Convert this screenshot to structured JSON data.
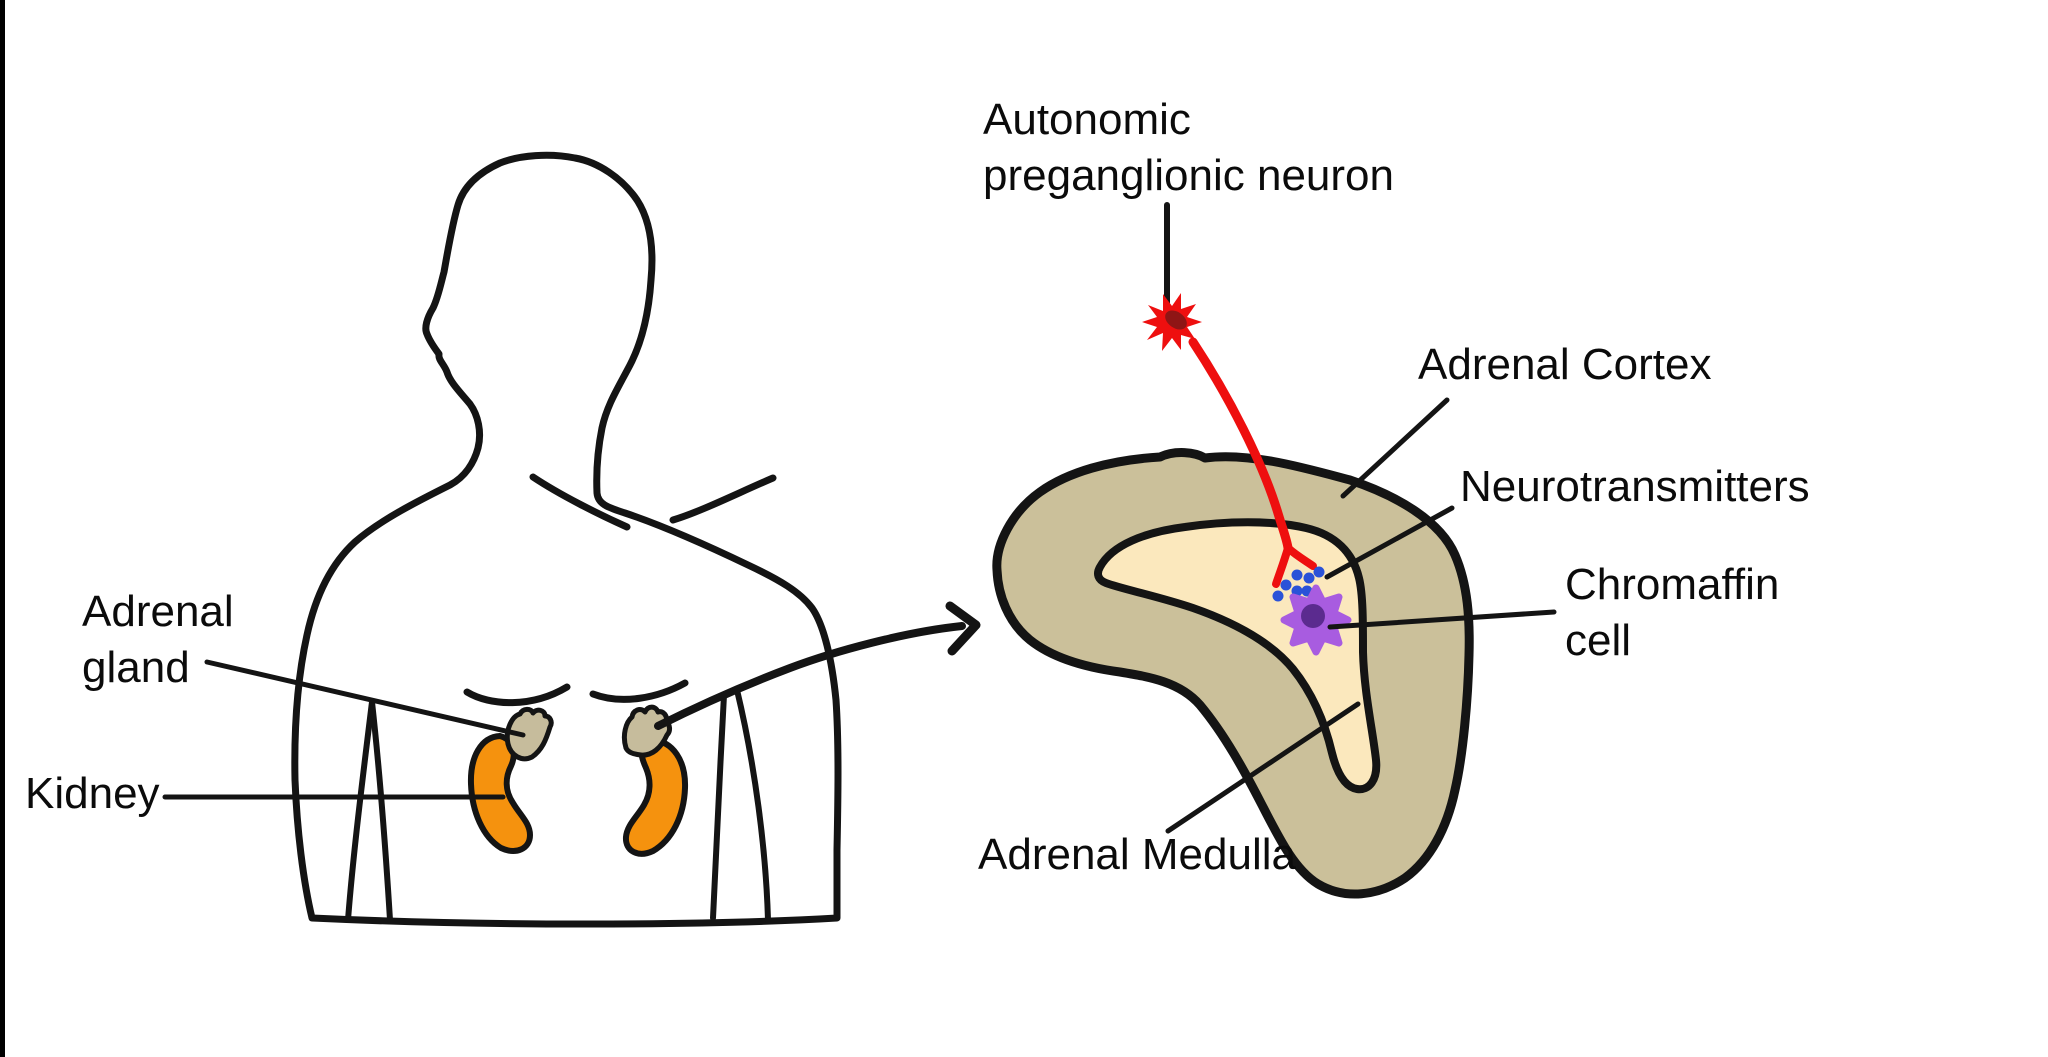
{
  "labels": {
    "autonomic_neuron": "Autonomic\npreganglionic neuron",
    "adrenal_cortex": "Adrenal Cortex",
    "neurotransmitters": "Neurotransmitters",
    "chromaffin_cell": "Chromaffin\ncell",
    "adrenal_medulla": "Adrenal Medulla",
    "adrenal_gland": "Adrenal\ngland",
    "kidney": "Kidney"
  },
  "colors": {
    "background": "#ffffff",
    "edge_bar": "#000000",
    "outline": "#141414",
    "cortex_tan": "#cbc09a",
    "medulla_cream": "#fbe8bd",
    "kidney_orange": "#f5920e",
    "adrenal_cap_tan": "#c6bc9c",
    "neuron_red": "#ee0f0f",
    "neuron_nucleus_dark_red": "#8f1515",
    "neurotransmitter_blue": "#2a52d8",
    "chromaffin_purple": "#a85ce0",
    "chromaffin_nucleus_purple": "#5b2b8f"
  }
}
